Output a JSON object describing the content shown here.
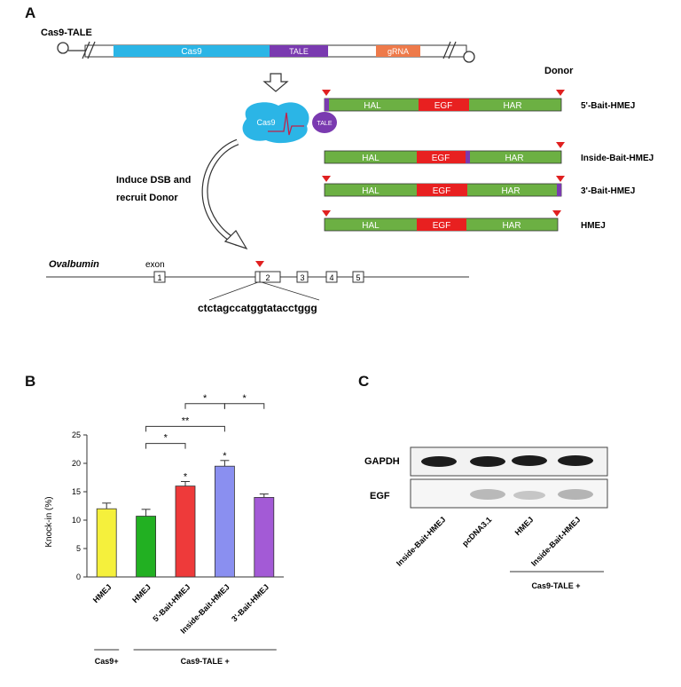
{
  "panels": {
    "a": "A",
    "b": "B",
    "c": "C"
  },
  "panel_a": {
    "construct_label": "Cas9-TALE",
    "construct_segments": [
      "Cas9",
      "TALE",
      "gRNA"
    ],
    "cas9_protein": "Cas9",
    "tale_protein": "TALE",
    "donor_header": "Donor",
    "donor_rows": [
      {
        "name": "5'-Bait-HMEJ",
        "segments": [
          "HAL",
          "EGF",
          "HAR"
        ]
      },
      {
        "name": "Inside-Bait-HMEJ",
        "segments": [
          "HAL",
          "EGF",
          "HAR"
        ]
      },
      {
        "name": "3'-Bait-HMEJ",
        "segments": [
          "HAL",
          "EGF",
          "HAR"
        ]
      },
      {
        "name": "HMEJ",
        "segments": [
          "HAL",
          "EGF",
          "HAR"
        ]
      }
    ],
    "arrow_caption_line1": "Induce DSB and",
    "arrow_caption_line2": "recruit Donor",
    "gene_name": "Ovalbumin",
    "exon_label": "exon",
    "exons": [
      "1",
      "2",
      "3",
      "4",
      "5"
    ],
    "target_sequence": "ctctagccatggtatacctggg"
  },
  "chart_data": {
    "type": "bar",
    "ylabel": "Knock-in (%)",
    "ylim": [
      0,
      25
    ],
    "yticks": [
      "0",
      "5",
      "10",
      "15",
      "20",
      "25"
    ],
    "categories": [
      "HMEJ",
      "HMEJ",
      "5'-Bait-HMEJ",
      "Inside-Bait-HMEJ",
      "3'-Bait-HMEJ"
    ],
    "values": [
      12.0,
      10.7,
      16.0,
      19.5,
      14.0
    ],
    "errors": [
      1.0,
      1.2,
      0.8,
      1.0,
      0.6
    ],
    "colors": [
      "#f5f03c",
      "#22b022",
      "#ee3a3a",
      "#8a8ff0",
      "#a35ad6"
    ],
    "bar_stars": [
      "",
      "",
      "*",
      "*",
      ""
    ],
    "significance": [
      {
        "from": 1,
        "to": 2,
        "label": "*"
      },
      {
        "from": 1,
        "to": 3,
        "label": "**"
      },
      {
        "from": 2,
        "to": 3,
        "label": "*"
      },
      {
        "from": 3,
        "to": 4,
        "label": "*"
      }
    ],
    "groups": [
      {
        "label": "Cas9+",
        "from": 0,
        "to": 0
      },
      {
        "label": "Cas9-TALE +",
        "from": 1,
        "to": 4
      }
    ]
  },
  "panel_c": {
    "rows": [
      "GAPDH",
      "EGF"
    ],
    "lanes": [
      "Inside-Bait-HMEJ",
      "pcDNA3.1",
      "HMEJ",
      "Inside-Bait-HMEJ"
    ],
    "group_label": "Cas9-TALE +"
  }
}
